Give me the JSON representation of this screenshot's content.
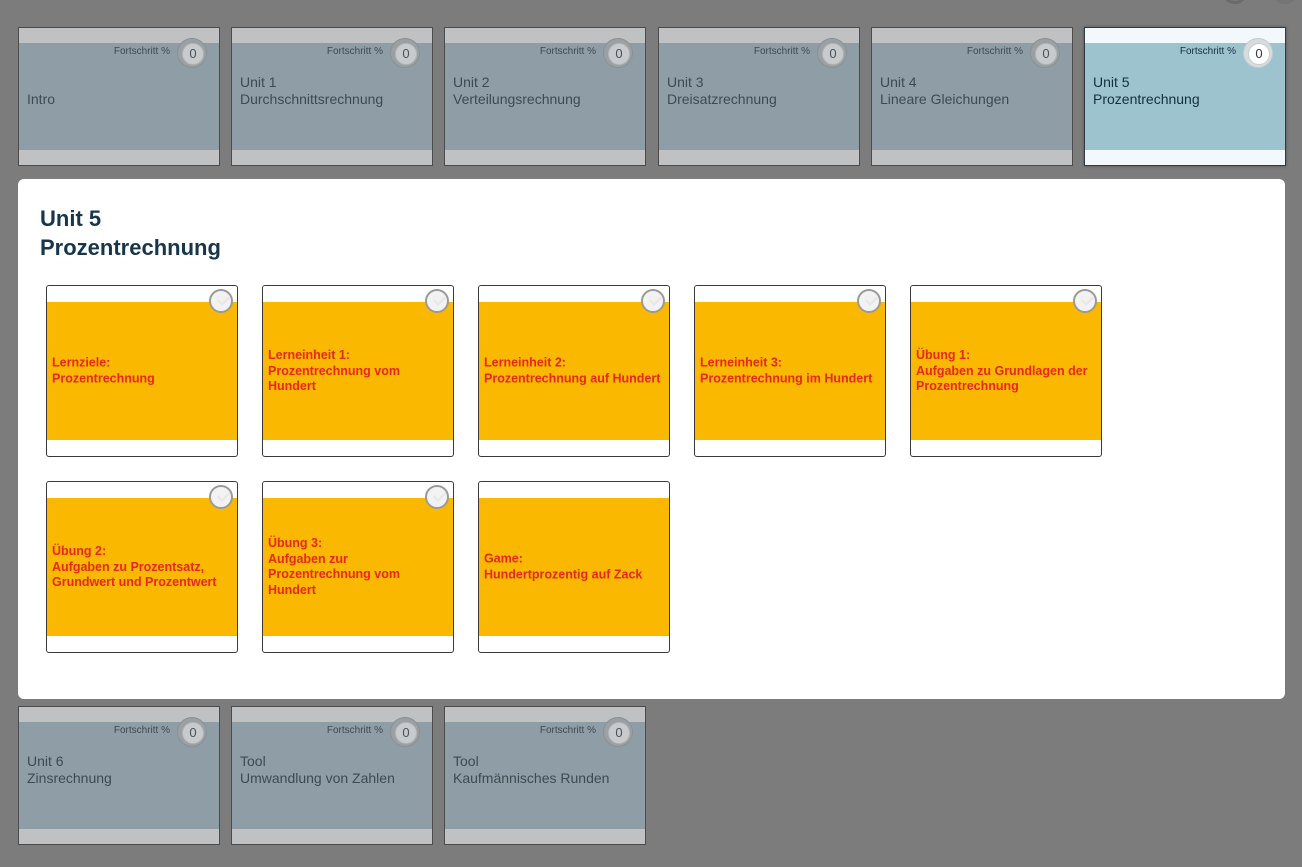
{
  "units_top": [
    {
      "label": "Intro",
      "progress_label": "Fortschritt %",
      "progress": "0"
    },
    {
      "label": "Unit 1\nDurchschnittsrechnung",
      "progress_label": "Fortschritt %",
      "progress": "0"
    },
    {
      "label": "Unit 2\nVerteilungsrechnung",
      "progress_label": "Fortschritt %",
      "progress": "0"
    },
    {
      "label": "Unit 3\nDreisatzrechnung",
      "progress_label": "Fortschritt %",
      "progress": "0"
    },
    {
      "label": "Unit 4\nLineare Gleichungen",
      "progress_label": "Fortschritt %",
      "progress": "0"
    },
    {
      "label": "Unit 5\nProzentrechnung",
      "progress_label": "Fortschritt %",
      "progress": "0"
    }
  ],
  "units_bottom": [
    {
      "label": "Unit 6\nZinsrechnung",
      "progress_label": "Fortschritt %",
      "progress": "0"
    },
    {
      "label": "Tool\nUmwandlung von Zahlen",
      "progress_label": "Fortschritt %",
      "progress": "0"
    },
    {
      "label": "Tool\nKaufmännisches Runden",
      "progress_label": "Fortschritt %",
      "progress": "0"
    }
  ],
  "detail": {
    "title_line1": "Unit 5",
    "title_line2": "Prozentrechnung",
    "lessons": [
      {
        "line1": "Lernziele:",
        "line2": "Prozentrechnung"
      },
      {
        "line1": "Lerneinheit 1:",
        "line2": "Prozentrechnung vom Hundert"
      },
      {
        "line1": "Lerneinheit 2:",
        "line2": "Prozentrechnung auf Hundert"
      },
      {
        "line1": "Lerneinheit 3:",
        "line2": "Prozentrechnung im Hundert"
      },
      {
        "line1": "Übung 1:",
        "line2": "Aufgaben zu Grundlagen der Prozentrechnung"
      },
      {
        "line1": "Übung 2:",
        "line2": "Aufgaben zu Prozentsatz, Grundwert und Prozentwert"
      },
      {
        "line1": "Übung 3:",
        "line2": "Aufgaben zur Prozentrechnung vom Hundert"
      },
      {
        "line1": "Game:",
        "line2": "Hundertprozentig auf Zack"
      }
    ]
  }
}
